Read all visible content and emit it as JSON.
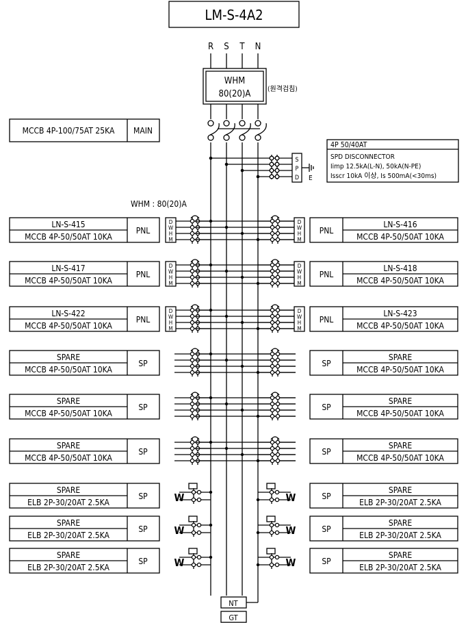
{
  "panel_title": "LM-S-4A2",
  "phases": [
    "R",
    "S",
    "T",
    "N"
  ],
  "meter": {
    "line1": "WHM",
    "line2": "80(20)A",
    "note": "(원격검침)"
  },
  "main_breaker": {
    "spec": "MCCB 4P-100/75AT 25KA",
    "tag": "MAIN"
  },
  "spd": {
    "lines": [
      "4P 50/40AT",
      "SPD DISCONNECTOR",
      "Iimp 12.5kA(L-N), 50kA(N-PE)",
      "Isscr 10kA 이상, Is 500mA(<30ms)"
    ],
    "box_letters": [
      "S",
      "P",
      "D"
    ],
    "earth": "E"
  },
  "whm_note": "WHM : 80(20)A",
  "meter_letters": [
    "D",
    "W",
    "H",
    "M"
  ],
  "left_rows": [
    {
      "name": "LN-S-415",
      "spec": "MCCB 4P-50/50AT 10KA",
      "tag": "PNL"
    },
    {
      "name": "LN-S-417",
      "spec": "MCCB 4P-50/50AT 10KA",
      "tag": "PNL"
    },
    {
      "name": "LN-S-422",
      "spec": "MCCB 4P-50/50AT 10KA",
      "tag": "PNL"
    },
    {
      "name": "SPARE",
      "spec": "MCCB 4P-50/50AT 10KA",
      "tag": "SP"
    },
    {
      "name": "SPARE",
      "spec": "MCCB 4P-50/50AT 10KA",
      "tag": "SP"
    },
    {
      "name": "SPARE",
      "spec": "MCCB 4P-50/50AT 10KA",
      "tag": "SP"
    },
    {
      "name": "SPARE",
      "spec": "ELB 2P-30/20AT 2.5KA",
      "tag": "SP"
    },
    {
      "name": "SPARE",
      "spec": "ELB 2P-30/20AT 2.5KA",
      "tag": "SP"
    },
    {
      "name": "SPARE",
      "spec": "ELB 2P-30/20AT 2.5KA",
      "tag": "SP"
    }
  ],
  "right_rows": [
    {
      "name": "LN-S-416",
      "spec": "MCCB 4P-50/50AT 10KA",
      "tag": "PNL"
    },
    {
      "name": "LN-S-418",
      "spec": "MCCB 4P-50/50AT 10KA",
      "tag": "PNL"
    },
    {
      "name": "LN-S-423",
      "spec": "MCCB 4P-50/50AT 10KA",
      "tag": "PNL"
    },
    {
      "name": "SPARE",
      "spec": "MCCB 4P-50/50AT 10KA",
      "tag": "SP"
    },
    {
      "name": "SPARE",
      "spec": "MCCB 4P-50/50AT 10KA",
      "tag": "SP"
    },
    {
      "name": "SPARE",
      "spec": "MCCB 4P-50/50AT 10KA",
      "tag": "SP"
    },
    {
      "name": "SPARE",
      "spec": "ELB 2P-30/20AT 2.5KA",
      "tag": "SP"
    },
    {
      "name": "SPARE",
      "spec": "ELB 2P-30/20AT 2.5KA",
      "tag": "SP"
    },
    {
      "name": "SPARE",
      "spec": "ELB 2P-30/20AT 2.5KA",
      "tag": "SP"
    }
  ],
  "elb_mark": "W",
  "bottom_bars": [
    "NT",
    "GT"
  ]
}
